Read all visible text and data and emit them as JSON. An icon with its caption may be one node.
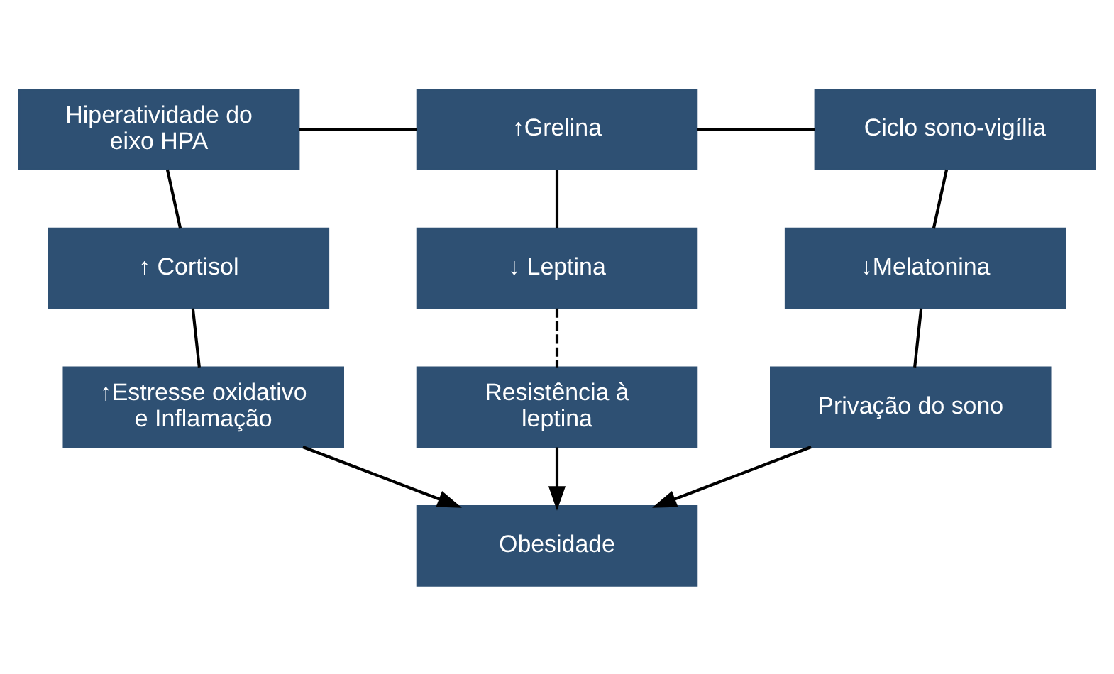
{
  "diagram": {
    "nodes": [
      {
        "text": [
          "Hiperatividade do eixo HPA"
        ]
      },
      {
        "text": [
          "↑Grelina"
        ]
      },
      {
        "text": [
          "Ciclo sono-vigília"
        ]
      },
      {
        "text": [
          "↑ Cortisol"
        ]
      },
      {
        "text": [
          "↓ Leptina"
        ]
      },
      {
        "text": [
          "↓Melatonina"
        ]
      },
      {
        "text": [
          "↑Estresse oxidativo e Inflamação"
        ]
      },
      {
        "text": [
          "Resistência à leptina"
        ]
      },
      {
        "text": [
          "Privação do sono"
        ]
      },
      {
        "text": [
          "Obesidade"
        ]
      }
    ],
    "edges": [
      {
        "from": 0,
        "to": 1,
        "arrow": "none"
      },
      {
        "from": 1,
        "to": 2,
        "arrow": "none"
      },
      {
        "from": 0,
        "to": 3,
        "arrow": "none"
      },
      {
        "from": 1,
        "to": 4,
        "arrow": "none"
      },
      {
        "from": 2,
        "to": 5,
        "arrow": "none"
      },
      {
        "from": 3,
        "to": 6,
        "arrow": "none"
      },
      {
        "from": 4,
        "to": 7,
        "arrow": "none",
        "style": "dashed"
      },
      {
        "from": 5,
        "to": 8,
        "arrow": "none"
      },
      {
        "from": 6,
        "to": 9,
        "arrow": "to"
      },
      {
        "from": 7,
        "to": 9,
        "arrow": "to"
      },
      {
        "from": 8,
        "to": 9,
        "arrow": "to"
      }
    ]
  }
}
